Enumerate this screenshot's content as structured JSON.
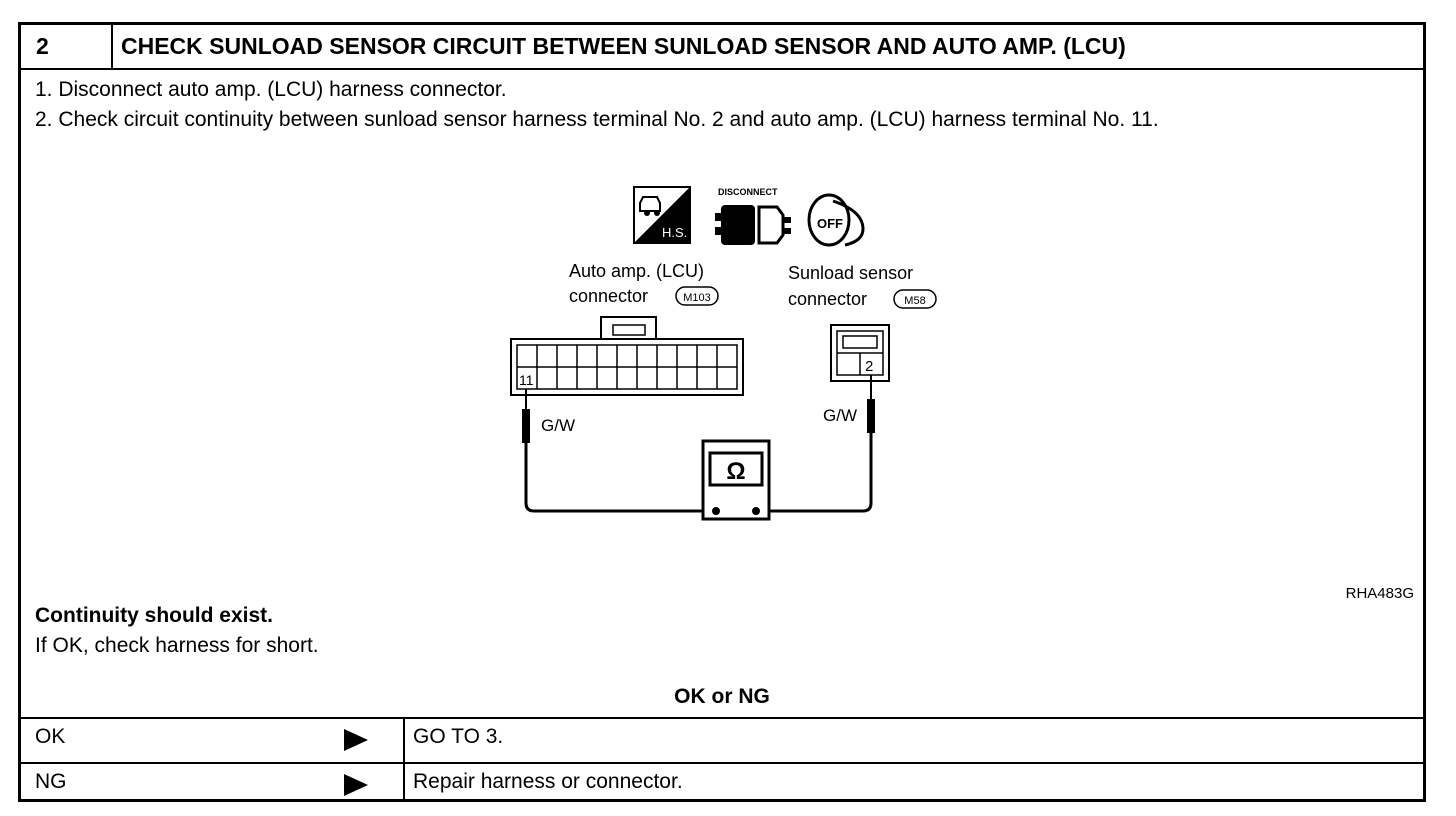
{
  "header": {
    "step_number": "2",
    "title": "CHECK SUNLOAD SENSOR CIRCUIT BETWEEN SUNLOAD SENSOR AND AUTO AMP. (LCU)"
  },
  "instructions": [
    "1.  Disconnect auto amp. (LCU) harness connector.",
    "2.  Check circuit continuity between sunload sensor harness terminal No. 2 and auto amp. (LCU) harness terminal No. 11."
  ],
  "diagram": {
    "icons": [
      "harness-side-icon",
      "disconnect-icon",
      "ignition-off-icon"
    ],
    "disconnect_label": "DISCONNECT",
    "hs_label": "H.S.",
    "off_label": "OFF",
    "auto_amp": {
      "name_line1": "Auto amp. (LCU)",
      "name_line2": "connector",
      "connector_id": "M103",
      "terminal": "11",
      "wire_color": "G/W"
    },
    "sunload_sensor": {
      "name_line1": "Sunload sensor",
      "name_line2": "connector",
      "connector_id": "M58",
      "terminal": "2",
      "wire_color": "G/W"
    },
    "meter_symbol": "Ω",
    "figure_code": "RHA483G"
  },
  "result": {
    "expected": "Continuity should exist.",
    "note": "If OK, check harness for short."
  },
  "decision": {
    "heading": "OK or NG",
    "rows": [
      {
        "label": "OK",
        "action": "GO TO 3."
      },
      {
        "label": "NG",
        "action": "Repair harness or connector."
      }
    ]
  }
}
